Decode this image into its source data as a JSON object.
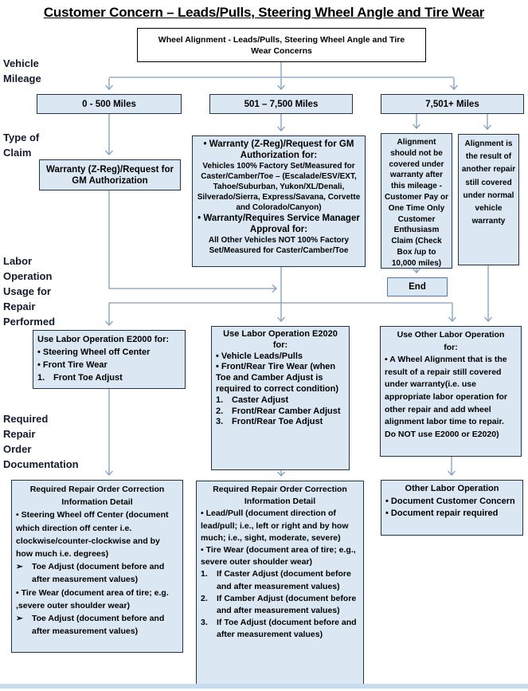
{
  "title": "Customer Concern – Leads/Pulls, Steering Wheel Angle and Tire Wear",
  "root_box": {
    "label": "Wheel Alignment - Leads/Pulls, Steering Wheel Angle and Tire\nWear Concerns"
  },
  "side_labels": {
    "mileage": "Vehicle\nMileage",
    "claim": "Type of\nClaim",
    "labor": "Labor\nOperation\nUsage for\nRepair\nPerformed",
    "documentation": "Required\nRepair\nOrder\nDocumentation"
  },
  "mileage_boxes": [
    {
      "label": "0 - 500 Miles"
    },
    {
      "label": "501 – 7,500 Miles"
    },
    {
      "label": "7,501+ Miles"
    }
  ],
  "claim": {
    "left": {
      "label": "Warranty (Z-Reg)/Request for GM  Authorization"
    },
    "middle": {
      "line1": "• Warranty (Z-Reg)/Request for GM Authorization for:",
      "line2": "Vehicles 100% Factory Set/Measured for Caster/Camber/Toe – (Escalade/ESV/EXT, Tahoe/Suburban, Yukon/XL/Denali, Silverado/Sierra, Express/Savana,  Corvette and Colorado/Canyon)",
      "line3": "• Warranty/Requires Service Manager Approval for:",
      "line4": "All Other Vehicles NOT 100% Factory Set/Measured for Caster/Camber/Toe"
    },
    "customer_pay": {
      "label": "Alignment should not be covered under warranty after this mileage - Customer Pay or  One Time Only Customer Enthusiasm Claim (Check Box /up to 10,000 miles)"
    },
    "other_repair": {
      "label": "Alignment is the result of another repair still covered under normal vehicle warranty"
    },
    "end": {
      "label": "End"
    }
  },
  "labor": {
    "e2000": {
      "heading": "Use Labor Operation E2000 for:",
      "items": [
        {
          "marker": "•",
          "text": "Steering Wheel off Center",
          "hang": false
        },
        {
          "marker": "•",
          "text": "Front Tire Wear",
          "hang": false
        },
        {
          "marker": "1.",
          "text": "Front Toe Adjust",
          "hang": true
        }
      ]
    },
    "e2020": {
      "heading": "Use Labor Operation E2020\nfor:",
      "items": [
        {
          "marker": "•",
          "text": "Vehicle Leads/Pulls",
          "hang": false
        },
        {
          "marker": "•",
          "text": "Front/Rear Tire Wear (when Toe and Camber Adjust is required to correct condition)",
          "hang": false
        },
        {
          "marker": "1.",
          "text": "Caster Adjust",
          "hang": true
        },
        {
          "marker": "2.",
          "text": "Front/Rear Camber Adjust",
          "hang": true
        },
        {
          "marker": "3.",
          "text": "Front/Rear Toe Adjust",
          "hang": true
        }
      ]
    },
    "other": {
      "heading": "Use Other Labor Operation\nfor:",
      "items": [
        {
          "marker": "•",
          "text": "A Wheel Alignment that is the result of a repair still covered under warranty(i.e. use appropriate labor operation for other repair and add wheel alignment labor time to repair. Do NOT use E2000 or E2020)",
          "hang": false
        }
      ]
    }
  },
  "documentation": {
    "left": {
      "heading": "Required Repair Order Correction\nInformation Detail",
      "items": [
        {
          "marker": "•",
          "text": "Steering Wheel off Center (document which direction off center i.e. clockwise/counter-clockwise and by how much i.e. degrees)",
          "hang": false
        },
        {
          "marker": "➢",
          "text": "Toe Adjust (document before and after measurement values)",
          "hang": true
        },
        {
          "marker": "•",
          "text": "Tire Wear (document area of tire; e.g. ,severe outer shoulder wear)",
          "hang": false
        },
        {
          "marker": "➢",
          "text": "Toe Adjust (document before and after measurement values)",
          "hang": true
        }
      ]
    },
    "middle": {
      "heading": "Required Repair Order Correction\nInformation Detail",
      "items": [
        {
          "marker": "•",
          "text": "Lead/Pull (document direction of lead/pull; i.e., left or right and by how much; i.e., sight, moderate, severe)",
          "hang": false
        },
        {
          "marker": "•",
          "text": "Tire Wear (document area of tire; e.g., severe outer shoulder wear)",
          "hang": false
        },
        {
          "marker": "1.",
          "text": "If Caster Adjust (document before and after measurement values)",
          "hang": true
        },
        {
          "marker": "2.",
          "text": "If Camber Adjust (document before and after measurement values)",
          "hang": true
        },
        {
          "marker": "3.",
          "text": "If Toe Adjust (document before and after measurement values)",
          "hang": true
        }
      ]
    },
    "right": {
      "heading": "Other Labor Operation",
      "items": [
        {
          "marker": "•",
          "text": "Document Customer Concern",
          "hang": false
        },
        {
          "marker": "•",
          "text": "Document repair required",
          "hang": false
        }
      ]
    }
  },
  "colors": {
    "box_fill": "#dbe8f4",
    "box_border": "#203447",
    "root_box_border": "#000000",
    "end_box_border": "#4f7aa9",
    "arrow": "#7f9dbb",
    "text": "#000000"
  }
}
